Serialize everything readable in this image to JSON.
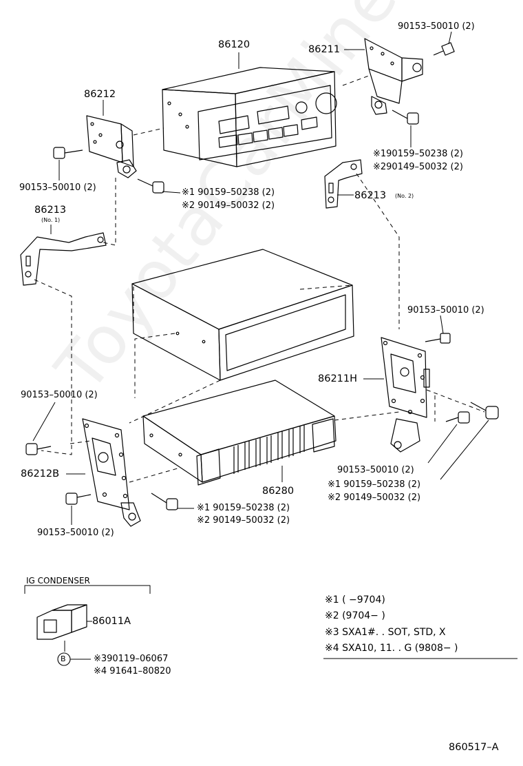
{
  "watermark": "ToyotaCarMine.ru",
  "labels": {
    "p86120": "86120",
    "p86211": "86211",
    "b_top_right": "90153–50010 (2)",
    "p86212": "86212",
    "b_left_top": "90153–50010 (2)",
    "sc1_upper_left": "※1 90159–50238 (2)",
    "sc2_upper_left": "※2 90149–50032 (2)",
    "sc1_upper_right": "※190159–50238 (2)",
    "sc2_upper_right": "※290149–50032 (2)",
    "p86213_no2": "86213",
    "no2": "(No. 2)",
    "p86213_no1": "86213",
    "no1": "(No. 1)",
    "b_right_mid": "90153–50010 (2)",
    "p86211H": "86211H",
    "b_left_mid": "90153–50010 (2)",
    "p86212B": "86212B",
    "b_right_lower": "90153–50010 (2)",
    "sc1_lower_right": "※1 90159–50238 (2)",
    "sc2_lower_right": "※2 90149–50032 (2)",
    "p86280": "86280",
    "sc1_lower_mid": "※1 90159–50238 (2)",
    "sc2_lower_mid": "※2 90149–50032 (2)",
    "b_left_bottom": "90153–50010 (2)",
    "ig_condenser": "IG CONDENSER",
    "p86011A": "86011A",
    "circle_b": "B",
    "sc3_cond": "※390119–06067",
    "sc4_cond": "※4 91641–80820",
    "diagram_id": "860517–A"
  },
  "legend": [
    "※1 (        −9704)",
    "※2 (9704−        )",
    "※3  SXA1#. . SOT, STD, X",
    "※4  SXA10, 11. . G (9808−        )"
  ]
}
